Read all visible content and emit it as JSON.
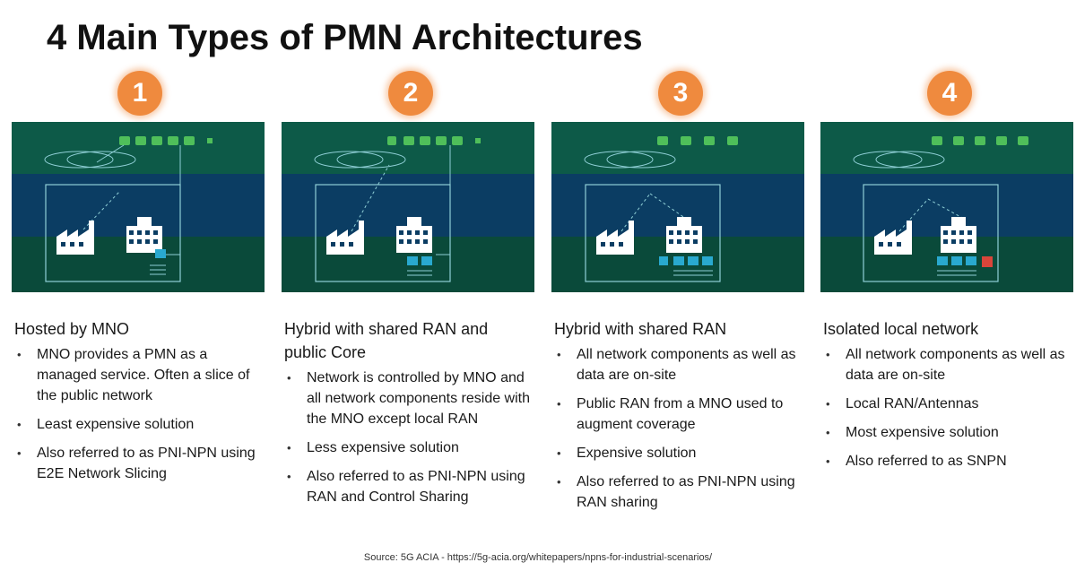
{
  "title": "4 Main Types of PMN Architectures",
  "architectures": [
    {
      "number": "1",
      "heading": "Hosted by MNO",
      "bullets": [
        "MNO provides a PMN as a managed service. Often a slice of the public network",
        "Least expensive solution",
        "Also referred to as PNI-NPN using E2E Network Slicing"
      ]
    },
    {
      "number": "2",
      "heading": "Hybrid with shared RAN and public Core",
      "bullets": [
        "Network is controlled by MNO and all network components reside with the MNO except local RAN",
        "Less expensive solution",
        "Also referred to as PNI-NPN using RAN and Control Sharing"
      ]
    },
    {
      "number": "3",
      "heading": "Hybrid with shared RAN",
      "bullets": [
        "All network components as well as data are on-site",
        "Public RAN from a MNO used to augment coverage",
        "Expensive solution",
        "Also referred to as PNI-NPN using RAN sharing"
      ]
    },
    {
      "number": "4",
      "heading": "Isolated local network",
      "bullets": [
        "All network components as well as data are on-site",
        "Local RAN/Antennas",
        "Most expensive solution",
        "Also referred to as SNPN"
      ]
    }
  ],
  "source": "Source: 5G ACIA - https://5g-acia.org/whitepapers/npns-for-industrial-scenarios/",
  "colors": {
    "badge": "#ef8a3e",
    "panel_top": "#0d5a48",
    "panel_mid": "#0b3d63",
    "panel_bottom": "#0a4a3a",
    "component": "#4fbf5a",
    "onsite": "#29a9cf",
    "isolation_marker": "#d9453a"
  }
}
